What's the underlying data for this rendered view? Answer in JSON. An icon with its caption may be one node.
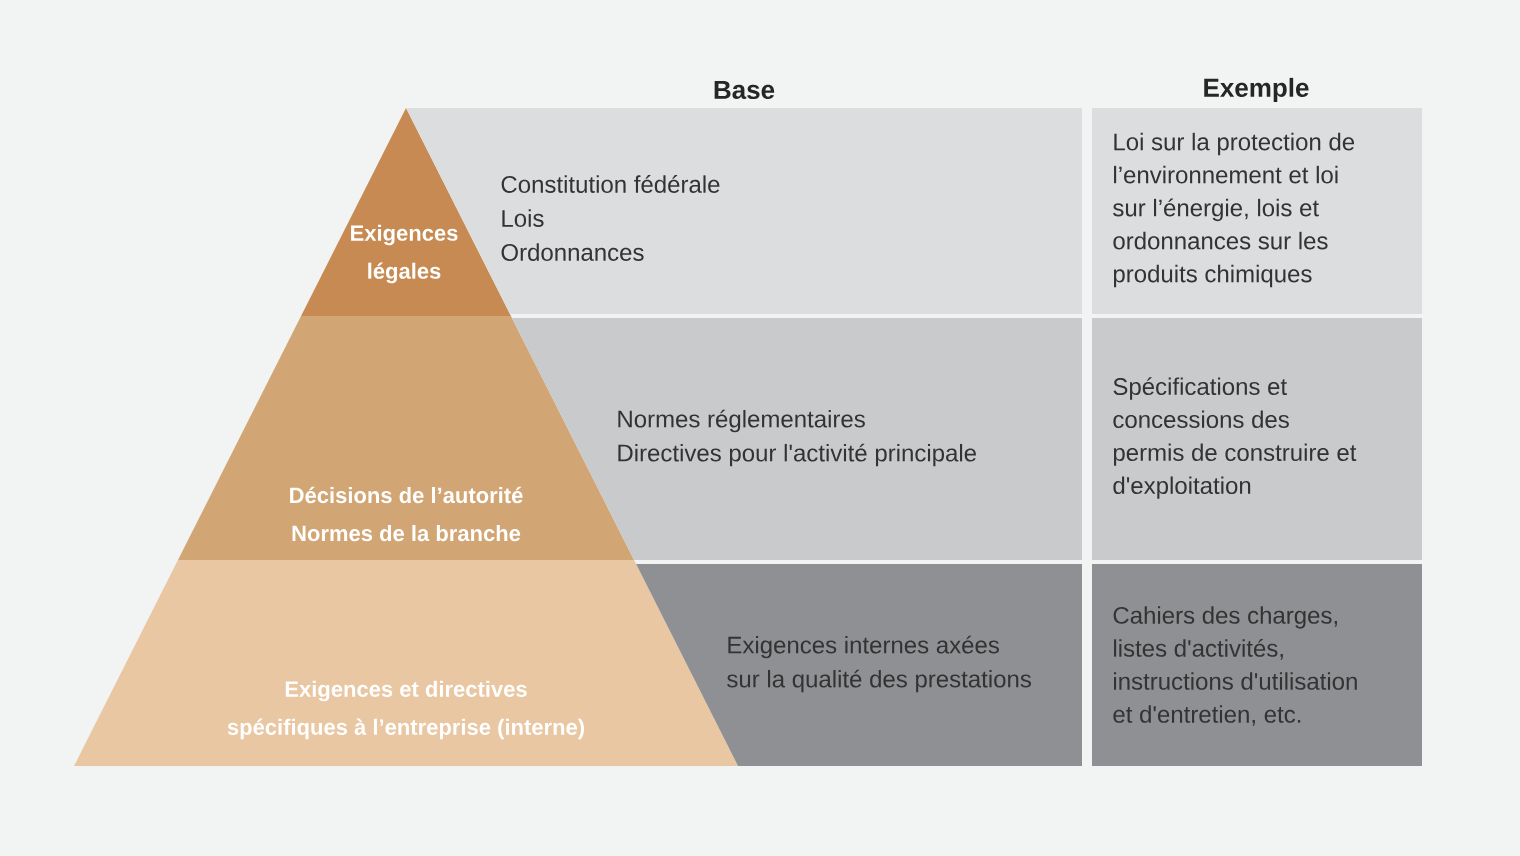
{
  "diagram": {
    "nodes": [
      {
        "text": [
          "Exigences légales"
        ]
      },
      {
        "text": [
          "Constitution fédérale",
          "Lois",
          "Ordonnances"
        ]
      },
      {
        "text": [
          "Loi sur la protection de l’environnement et loi sur l’énergie, lois et ordonnances sur les produits chimiques"
        ]
      },
      {
        "text": [
          "Décisions de l’autorité",
          "Normes de la branche"
        ]
      },
      {
        "text": [
          "Normes réglementaires",
          "Directives pour l'activité principale"
        ]
      },
      {
        "text": [
          "Spécifications et concessions des permis de construire et d'exploitation"
        ]
      },
      {
        "text": [
          "Exigences et directives spécifiques à l’entreprise (interne)"
        ]
      },
      {
        "text": [
          "Exigences internes axées sur la qualité des prestations"
        ]
      },
      {
        "text": [
          "Cahiers des charges, listes d'activités, instructions d'utilisation et d'entretien, etc."
        ]
      }
    ],
    "labels": [
      "Base",
      "Exemple"
    ]
  }
}
